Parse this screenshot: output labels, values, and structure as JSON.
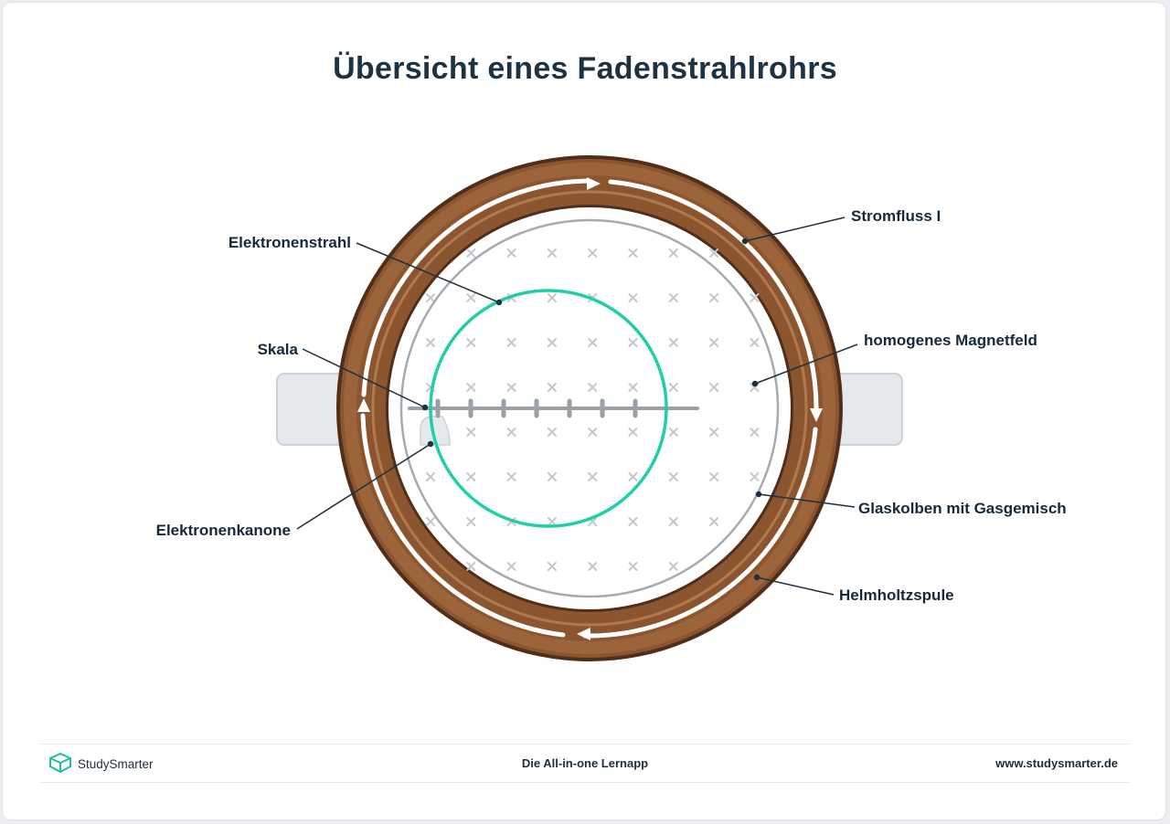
{
  "title": "Übersicht eines Fadenstrahlrohrs",
  "labels": {
    "stromfluss": "Stromfluss I",
    "elektronenstrahl": "Elektronenstrahl",
    "magnetfeld": "homogenes Magnetfeld",
    "skala": "Skala",
    "glaskolben": "Glaskolben mit Gasgemisch",
    "elektronenkanone": "Elektronenkanone",
    "helmholtzspule": "Helmholtzspule"
  },
  "colors": {
    "coil": "#8b5530",
    "coil_dark": "#5a3520",
    "coil_light": "#b07a4e",
    "beam": "#1fcfa6",
    "glass": "#a6abb1",
    "scale": "#9aa0a6",
    "cross": "#c4c8cc",
    "label": "#16293a"
  },
  "footer": {
    "brand": "StudySmarter",
    "tagline": "Die All-in-one Lernapp",
    "url": "www.studysmarter.de"
  }
}
